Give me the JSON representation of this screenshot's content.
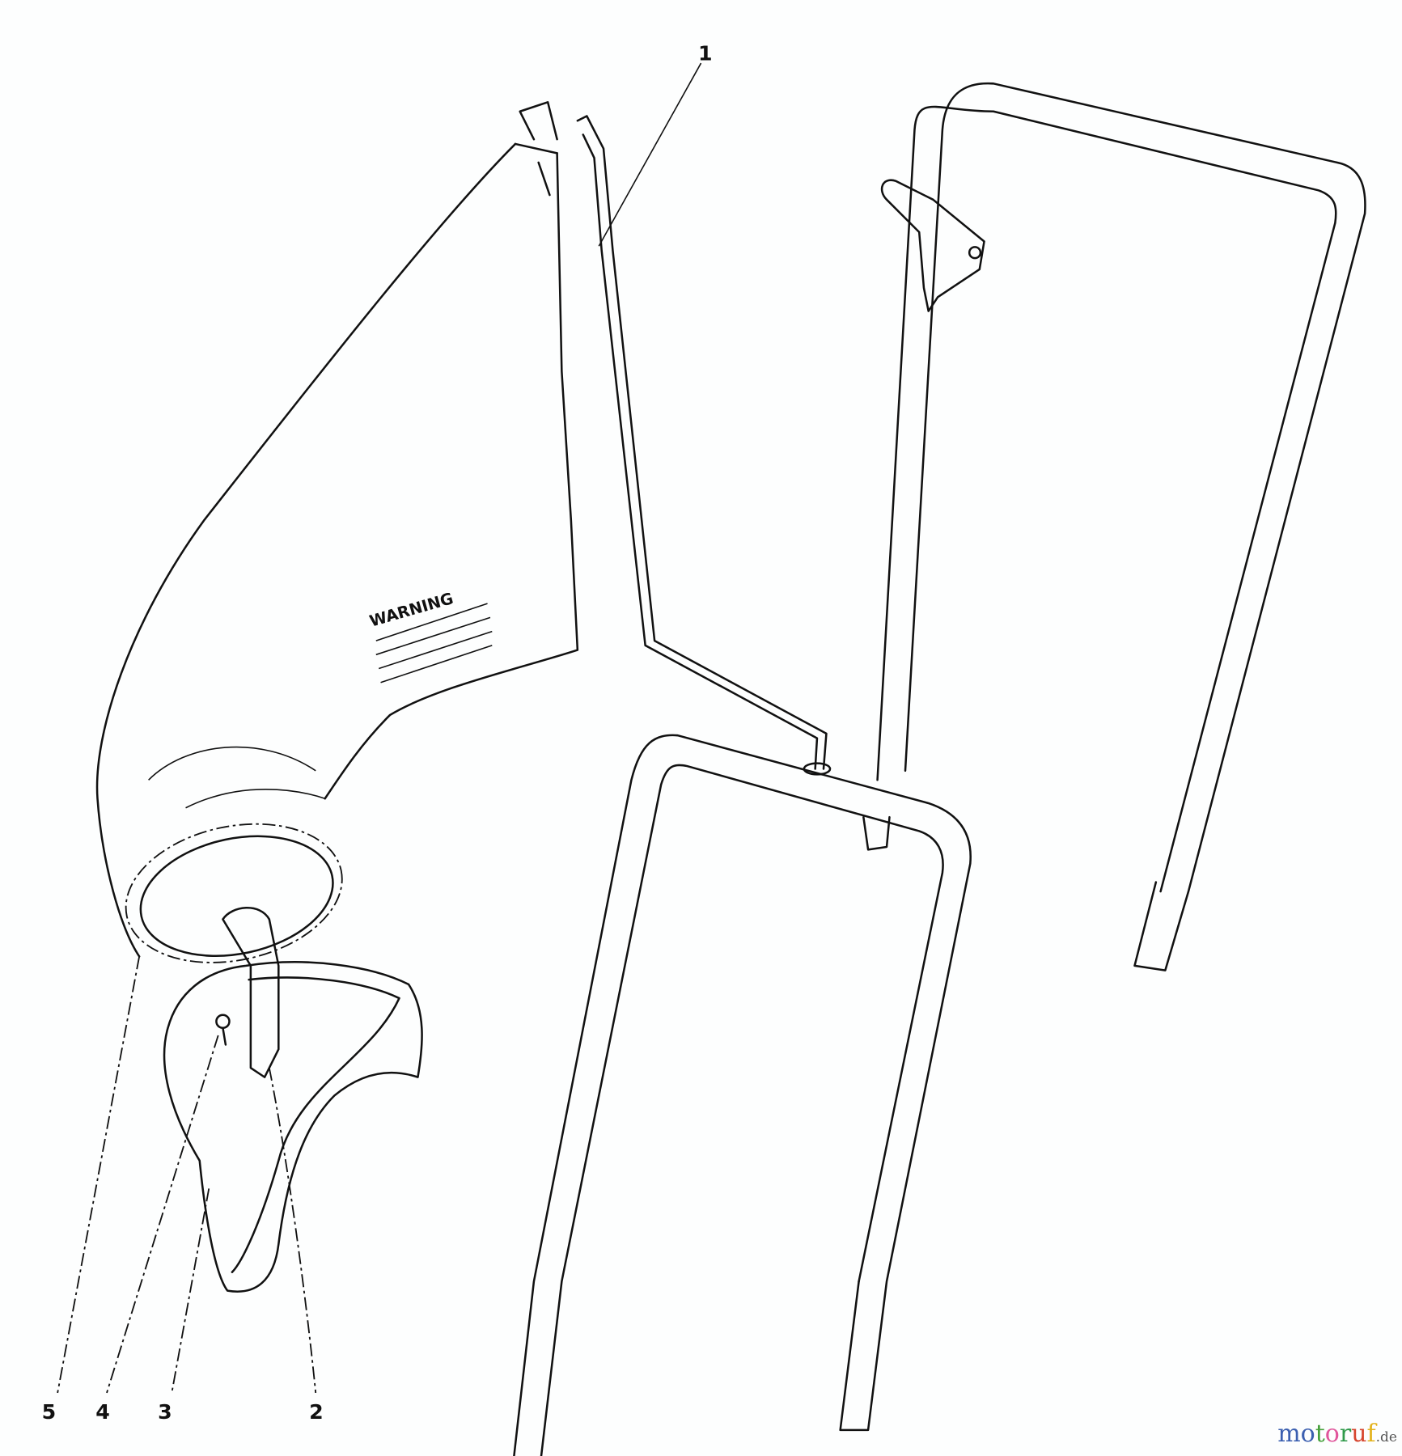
{
  "diagram": {
    "callouts": {
      "c1": "1",
      "c2": "2",
      "c3": "3",
      "c4": "4",
      "c5": "5"
    },
    "bag_label": "WARNING"
  },
  "watermark": {
    "letters": [
      "m",
      "o",
      "t",
      "o",
      "r",
      "u",
      "f"
    ],
    "colors": [
      "#3b5fb0",
      "#3b5fb0",
      "#46a13c",
      "#e0559b",
      "#2f9a4a",
      "#d6452e",
      "#e3b21c"
    ],
    "suffix": ".de"
  }
}
